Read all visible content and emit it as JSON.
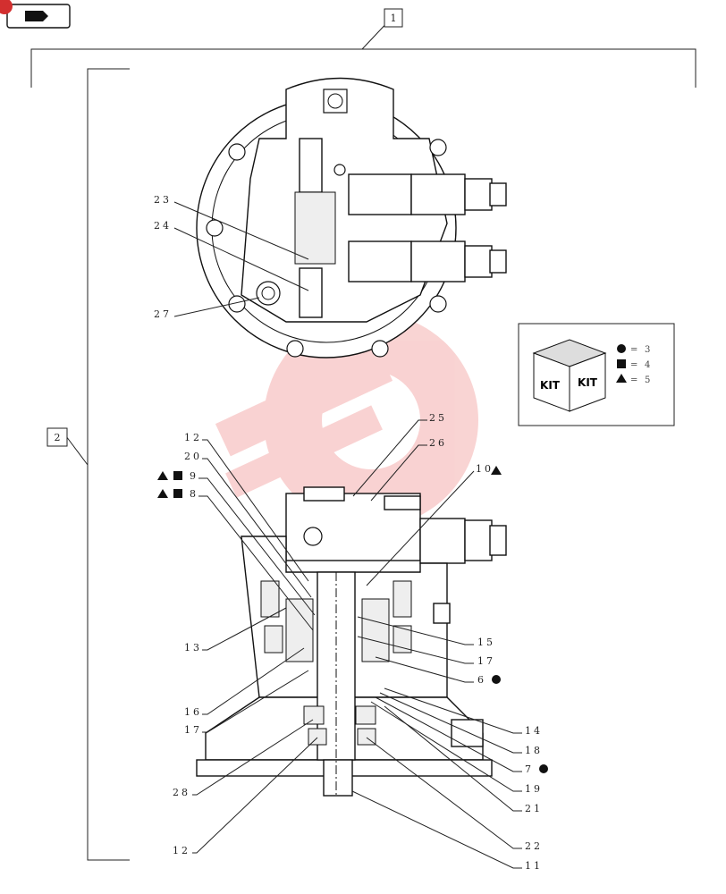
{
  "colors": {
    "line": "#111111",
    "watermark": "#e53935",
    "badge": "#d32f2f"
  },
  "toolbar": {
    "nav_icon": "hand-pointer-icon"
  },
  "group_labels": {
    "group_1": "1",
    "group_2": "2"
  },
  "kit": {
    "box_text": "KIT",
    "legend": [
      {
        "symbol": "circle",
        "equals": "=",
        "value": "3"
      },
      {
        "symbol": "square",
        "equals": "=",
        "value": "4"
      },
      {
        "symbol": "triangle",
        "equals": "=",
        "value": "5"
      }
    ]
  },
  "callouts": {
    "c23": "23",
    "c24": "24",
    "c27": "27",
    "c12a": "12",
    "c20": "20",
    "c9": "9",
    "c8": "8",
    "c25": "25",
    "c26": "26",
    "c10": "10",
    "c13": "13",
    "c16": "16",
    "c17a": "17",
    "c28": "28",
    "c12b": "12",
    "c15": "15",
    "c17b": "17",
    "c6": "6",
    "c14": "14",
    "c18": "18",
    "c7": "7",
    "c19": "19",
    "c21": "21",
    "c22": "22",
    "c11": "11"
  }
}
